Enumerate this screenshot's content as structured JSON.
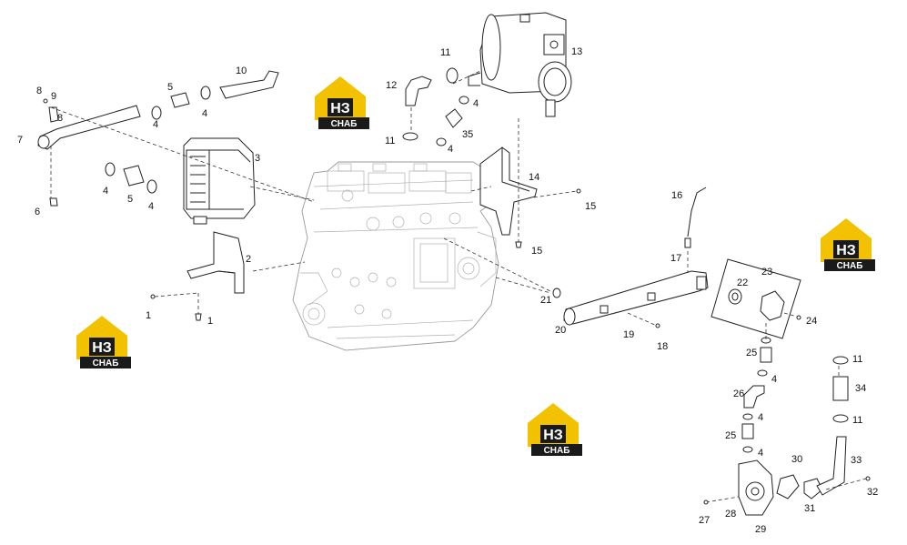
{
  "logos": [
    {
      "id": "logo-1",
      "letters": "НЗ",
      "caption": "СНАБ"
    },
    {
      "id": "logo-2",
      "letters": "НЗ",
      "caption": "СНАБ"
    },
    {
      "id": "logo-3",
      "letters": "НЗ",
      "caption": "СНАБ"
    },
    {
      "id": "logo-4",
      "letters": "НЗ",
      "caption": "СНАБ"
    }
  ],
  "colors": {
    "logo_yellow": "#f2c200",
    "logo_dark": "#1a1a1a",
    "line": "#222222",
    "engine": "#9a9a9a"
  },
  "callouts": [
    "1",
    "1",
    "2",
    "3",
    "4",
    "4",
    "4",
    "4",
    "5",
    "5",
    "6",
    "7",
    "8",
    "8",
    "9",
    "10",
    "11",
    "11",
    "12",
    "13",
    "14",
    "15",
    "15",
    "16",
    "17",
    "18",
    "19",
    "20",
    "21",
    "22",
    "23",
    "24",
    "25",
    "25",
    "26",
    "4",
    "4",
    "4",
    "27",
    "28",
    "29",
    "30",
    "31",
    "32",
    "33",
    "34",
    "11",
    "11",
    "4",
    "35",
    "4"
  ]
}
